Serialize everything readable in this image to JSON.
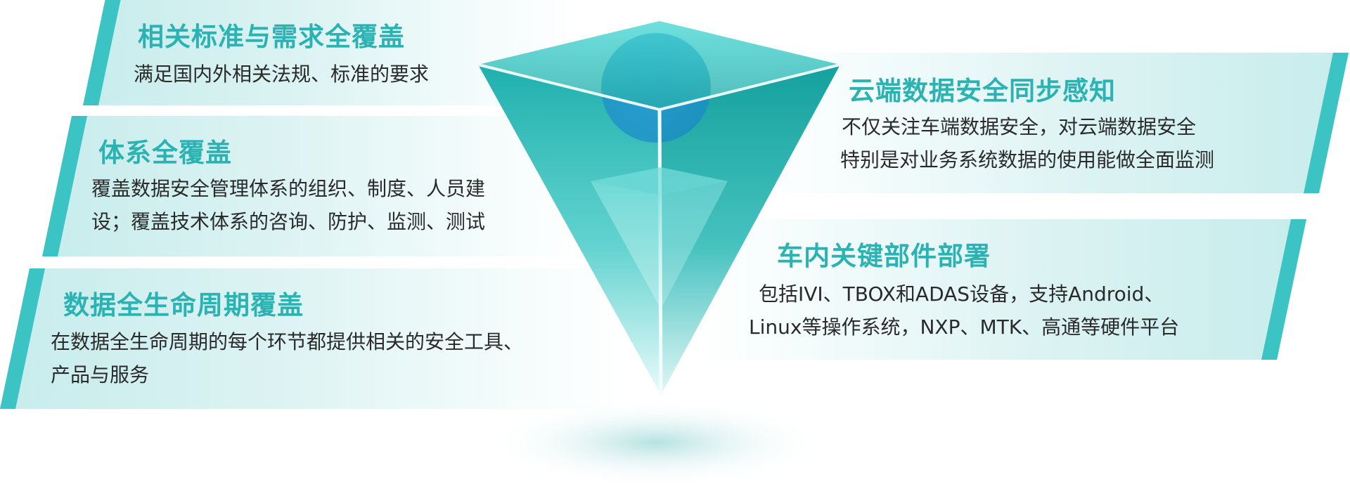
{
  "cards": [
    {
      "title": "相关标准与需求全覆盖",
      "lines": [
        "满足国内外相关法规、标准的要求"
      ]
    },
    {
      "title": "体系全覆盖",
      "lines": [
        "覆盖数据安全管理体系的组织、制度、人员建",
        "设；覆盖技术体系的咨询、防护、监测、测试"
      ]
    },
    {
      "title": "数据全生命周期覆盖",
      "lines": [
        "在数据全生命周期的每个环节都提供相关的安全工具、",
        "产品与服务"
      ]
    },
    {
      "title": "云端数据安全同步感知",
      "lines": [
        "不仅关注车端数据安全，对云端数据安全",
        "特别是对业务系统数据的使用能做全面监测"
      ]
    },
    {
      "title": "车内关键部件部署",
      "lines": [
        "包括IVI、TBOX和ADAS设备，支持Android、",
        "Linux等操作系统，NXP、MTK、高通等硬件平台"
      ]
    }
  ],
  "colors": {
    "accent": "#3cc4c4",
    "title": "#2bb3b3",
    "text": "#2a2a2a"
  },
  "graphic": "teal-inverted-pyramid"
}
